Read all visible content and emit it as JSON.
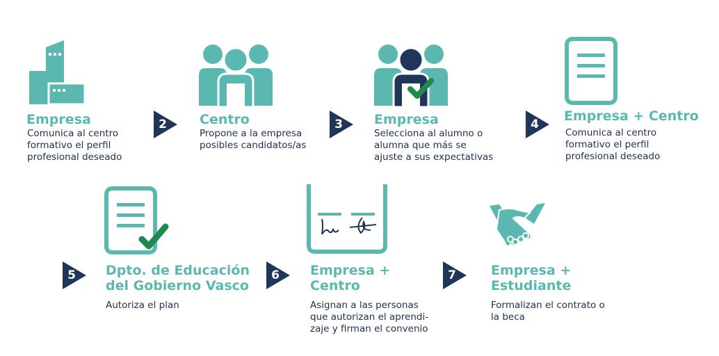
{
  "colors": {
    "teal": "#5bb8b1",
    "navy": "#1f3559",
    "green": "#1f8a4c",
    "text": "#1f2f4d"
  },
  "steps": [
    {
      "title_lines": [
        "Empresa"
      ],
      "desc_lines": [
        "Comunica al centro",
        "formativo el perfil",
        "profesional deseado"
      ],
      "icon": "buildings-icon"
    },
    {
      "number": "2",
      "title_lines": [
        "Centro"
      ],
      "desc_lines": [
        "Propone a la empresa",
        "posibles candidatos/as"
      ],
      "icon": "group-icon"
    },
    {
      "number": "3",
      "title_lines": [
        "Empresa"
      ],
      "desc_lines": [
        "Selecciona al alumno o",
        "alumna que más se",
        "ajuste a sus expectativas"
      ],
      "icon": "group-selected-icon"
    },
    {
      "number": "4",
      "title_lines": [
        "Empresa + Centro"
      ],
      "desc_lines": [
        "Comunica al centro",
        "formativo el perfil",
        "profesional deseado"
      ],
      "icon": "document-icon"
    },
    {
      "number": "5",
      "title_lines": [
        "Dpto. de Educación",
        "del Gobierno Vasco"
      ],
      "desc_lines": [
        "Autoriza el plan"
      ],
      "icon": "document-check-icon"
    },
    {
      "number": "6",
      "title_lines": [
        "Empresa +",
        "Centro"
      ],
      "desc_lines": [
        "Asignan a las personas",
        "que autorizan el aprendi-",
        "zaje y firman el convenio"
      ],
      "icon": "signatures-icon"
    },
    {
      "number": "7",
      "title_lines": [
        "Empresa +",
        "Estudiante"
      ],
      "desc_lines": [
        "Formalizan el contrato o",
        "la beca"
      ],
      "icon": "handshake-icon"
    }
  ]
}
